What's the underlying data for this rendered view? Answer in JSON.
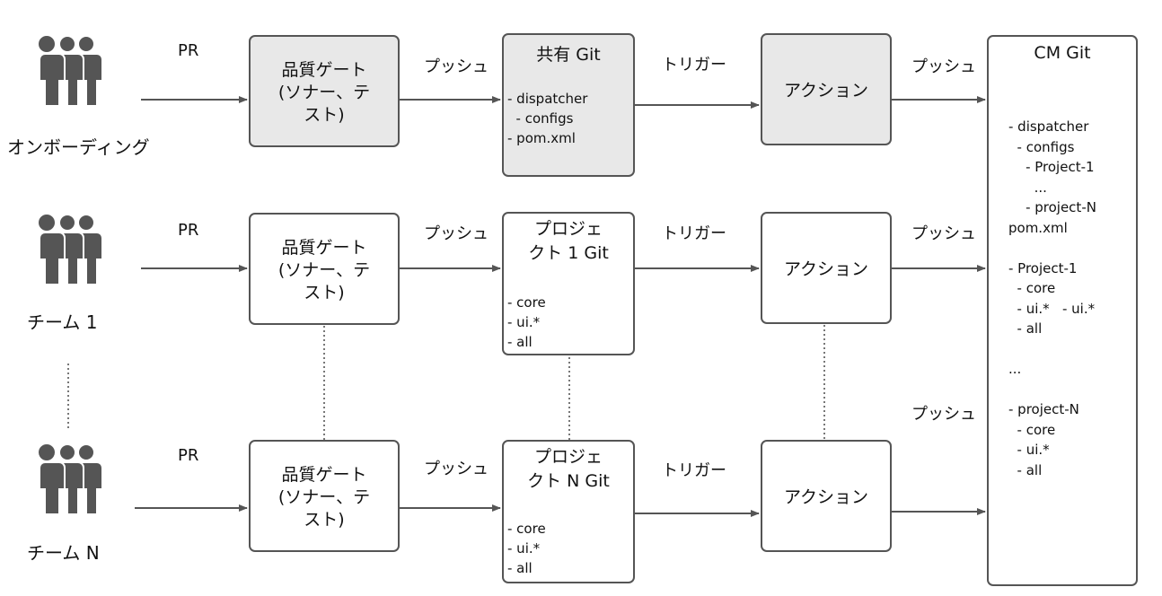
{
  "teams": [
    {
      "label": "オンボーディング"
    },
    {
      "label": "チーム 1"
    },
    {
      "label": "チーム N"
    }
  ],
  "people_icon": "people-group-icon",
  "pr_label": "PR",
  "push_label": "プッシュ",
  "trigger_label": "トリガー",
  "quality_gate": {
    "lines": [
      "品質ゲート",
      "(ソナー、テ",
      "スト)"
    ]
  },
  "shared_git": {
    "title": "共有 Git",
    "items": [
      "- dispatcher",
      "  - configs",
      "- pom.xml"
    ]
  },
  "project1_git": {
    "title_lines": [
      "プロジェ",
      "クト 1 Git"
    ],
    "items": [
      "- core",
      "- ui.*",
      "- all"
    ]
  },
  "projectN_git": {
    "title_lines": [
      "プロジェ",
      "クト N Git"
    ],
    "items": [
      "- core",
      "- ui.*",
      "- all"
    ]
  },
  "action_label": "アクション",
  "cm_git": {
    "title": "CM Git",
    "items": [
      "- dispatcher",
      "  - configs",
      "    - Project-1",
      "      ...",
      "    - project-N",
      "pom.xml",
      "",
      "- Project-1",
      "  - core",
      "  - ui.*   - ui.*",
      "  - all",
      "",
      "...",
      "",
      "- project-N",
      "  - core",
      "  - ui.*",
      "  - all"
    ]
  },
  "colors": {
    "gray_box": "#e8e8e8",
    "icon": "#555555",
    "border": "#555555"
  }
}
